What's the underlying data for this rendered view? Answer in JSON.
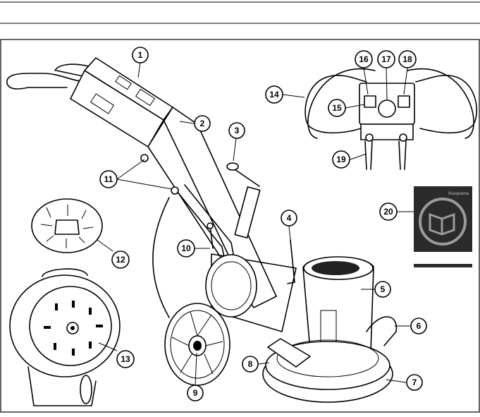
{
  "callouts": [
    {
      "id": "1",
      "label": "1"
    },
    {
      "id": "2",
      "label": "2"
    },
    {
      "id": "3",
      "label": "3"
    },
    {
      "id": "4",
      "label": "4"
    },
    {
      "id": "5",
      "label": "5"
    },
    {
      "id": "6",
      "label": "6"
    },
    {
      "id": "7",
      "label": "7"
    },
    {
      "id": "8",
      "label": "8"
    },
    {
      "id": "9",
      "label": "9"
    },
    {
      "id": "10",
      "label": "10"
    },
    {
      "id": "11",
      "label": "11"
    },
    {
      "id": "12",
      "label": "12"
    },
    {
      "id": "13",
      "label": "13"
    },
    {
      "id": "14",
      "label": "14"
    },
    {
      "id": "15",
      "label": "15"
    },
    {
      "id": "16",
      "label": "16"
    },
    {
      "id": "17",
      "label": "17"
    },
    {
      "id": "18",
      "label": "18"
    },
    {
      "id": "19",
      "label": "19"
    },
    {
      "id": "20",
      "label": "20"
    }
  ],
  "manual_symbol": {
    "brand": "Husqvarna",
    "icon": "book-icon",
    "background": "#2b2b2b"
  }
}
